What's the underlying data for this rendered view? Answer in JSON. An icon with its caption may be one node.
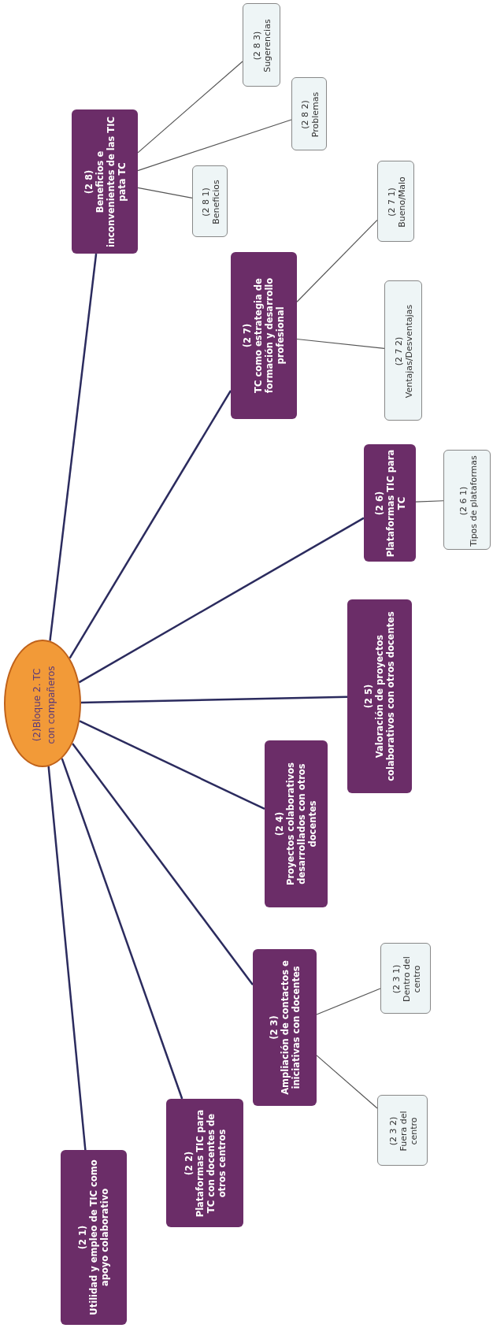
{
  "diagram": {
    "nodes": [
      {
        "text": [
          "(2)Bloque 2. TC con compañeros"
        ]
      },
      {
        "text": [
          "(2 1)",
          "Utilidad y empleo de TIC como apoyo colaborativo"
        ]
      },
      {
        "text": [
          "(2 2)",
          "Plataformas TIC para TC con docentes de otros centros"
        ]
      },
      {
        "text": [
          "(2 3)",
          "Ampliación de contactos e iniciativas con docentes"
        ]
      },
      {
        "text": [
          "(2 3 1)",
          "Dentro del centro"
        ]
      },
      {
        "text": [
          "(2 3 2)",
          "Fuera del centro"
        ]
      },
      {
        "text": [
          "(2 4)",
          "Proyectos colaborativos desarrollados con otros docentes"
        ]
      },
      {
        "text": [
          "(2 5)",
          "Valoración de proyectos colaborativos con otros docentes"
        ]
      },
      {
        "text": [
          "(2 6)",
          "Plataformas TIC para TC"
        ]
      },
      {
        "text": [
          "(2 6 1)",
          "Tipos de plataformas"
        ]
      },
      {
        "text": [
          "(2 7)",
          "TC como estrategia de formación y desarrollo profesional"
        ]
      },
      {
        "text": [
          "(2 7 1)",
          "Bueno/Malo"
        ]
      },
      {
        "text": [
          "(2 7 2)",
          "Ventajas/Desventajas"
        ]
      },
      {
        "text": [
          "(2 8)",
          "Beneficios e inconvenientes de las TIC pata TC"
        ]
      },
      {
        "text": [
          "(2 8 1)",
          "Beneficios"
        ]
      },
      {
        "text": [
          "(2 8 2)",
          "Problemas"
        ]
      },
      {
        "text": [
          "(2 8 3)",
          "Sugerencias"
        ]
      }
    ],
    "edges": [
      {
        "from": 0,
        "to": 1,
        "arrow": "none"
      },
      {
        "from": 0,
        "to": 2,
        "arrow": "none"
      },
      {
        "from": 0,
        "to": 3,
        "arrow": "none"
      },
      {
        "from": 3,
        "to": 4,
        "arrow": "none",
        "color": "#555555"
      },
      {
        "from": 3,
        "to": 5,
        "arrow": "none",
        "color": "#555555"
      },
      {
        "from": 0,
        "to": 6,
        "arrow": "none"
      },
      {
        "from": 0,
        "to": 7,
        "arrow": "none"
      },
      {
        "from": 0,
        "to": 8,
        "arrow": "none"
      },
      {
        "from": 8,
        "to": 9,
        "arrow": "none",
        "color": "#555555"
      },
      {
        "from": 0,
        "to": 10,
        "arrow": "none"
      },
      {
        "from": 10,
        "to": 11,
        "arrow": "none",
        "color": "#555555"
      },
      {
        "from": 10,
        "to": 12,
        "arrow": "none",
        "color": "#555555"
      },
      {
        "from": 0,
        "to": 13,
        "arrow": "none"
      },
      {
        "from": 13,
        "to": 14,
        "arrow": "none",
        "color": "#555555"
      },
      {
        "from": 13,
        "to": 15,
        "arrow": "none",
        "color": "#555555"
      },
      {
        "from": 13,
        "to": 16,
        "arrow": "none",
        "color": "#555555"
      }
    ]
  }
}
